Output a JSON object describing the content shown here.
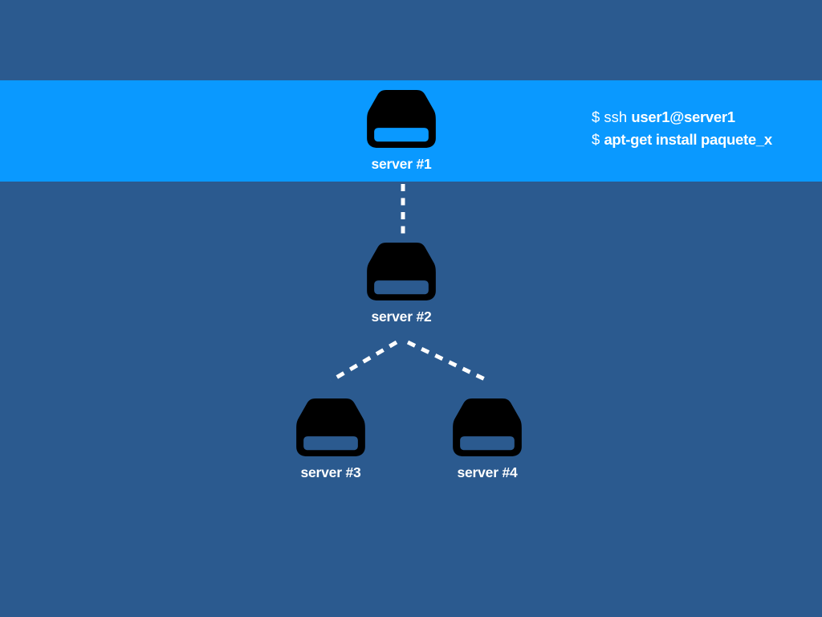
{
  "colors": {
    "background": "#2b5a8f",
    "band": "#0a99ff",
    "icon": "#ffffff",
    "text": "#ffffff"
  },
  "servers": [
    {
      "label": "server #1"
    },
    {
      "label": "server #2"
    },
    {
      "label": "server #3"
    },
    {
      "label": "server #4"
    }
  ],
  "terminal": {
    "lines": [
      {
        "prompt": "$ ssh ",
        "command": "user1@server1"
      },
      {
        "prompt": "$ ",
        "command": "apt-get install paquete_x"
      }
    ]
  }
}
